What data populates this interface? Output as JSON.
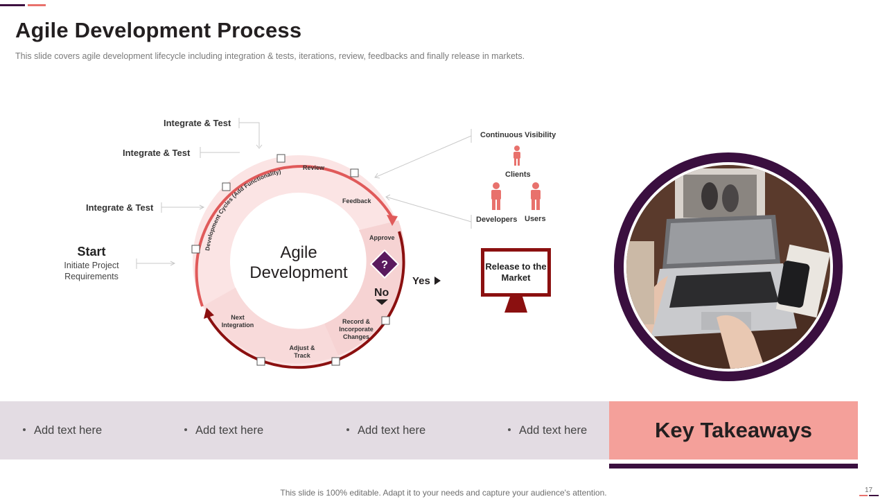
{
  "slide": {
    "title": "Agile Development Process",
    "subtitle": "This slide covers agile development  lifecycle including integration & tests, iterations, review,  feedbacks and finally release in markets.",
    "page_number": "17",
    "footer": "This slide is 100% editable. Adapt it to your needs and capture your audience's attention."
  },
  "colors": {
    "dark_purple": "#3a0f3f",
    "coral": "#e8716c",
    "dark_red": "#8b1010",
    "pink": "#f4a09a",
    "band": "#e3dce3"
  },
  "process": {
    "start_heading": "Start",
    "start_text": "Initiate Project Requirements",
    "integrate_labels": [
      "Integrate & Test",
      "Integrate & Test",
      "Integrate & Test"
    ],
    "center_label": "Agile Development",
    "cycle_label": "Development Cycles (Add Functionality)",
    "stages": {
      "review": "Review",
      "feedback": "Feedback",
      "approve": "Approve",
      "record": "Record & Incorporate Changes",
      "adjust": "Adjust & Track",
      "next": "Next Integration"
    },
    "decision_icon": "question-diamond-icon",
    "no_label": "No",
    "yes_label": "Yes",
    "release_label": "Release to the Market"
  },
  "visibility": {
    "heading": "Continuous Visibility",
    "clients": "Clients",
    "developers": "Developers",
    "users": "Users",
    "person_icon": "person-icon"
  },
  "takeaways": {
    "heading": "Key Takeaways",
    "items": [
      "Add text here",
      "Add text here",
      "Add text here",
      "Add text here"
    ]
  }
}
